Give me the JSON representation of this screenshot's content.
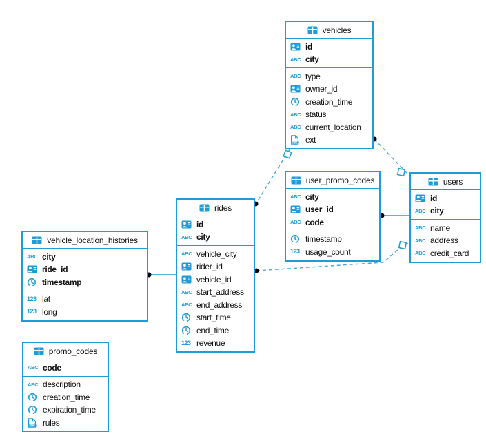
{
  "icons": {
    "string_glyph": "ABC",
    "number_glyph": "123",
    "json_glyph": "JSON"
  },
  "colors": {
    "accent": "#1E9CD7",
    "dashed_line": "#46A9DC",
    "connector_dot": "#000000",
    "table_background": "#FFFFFF",
    "text": "#111111"
  },
  "tables": {
    "vehicles": {
      "title": "vehicles",
      "pk": [
        {
          "name": "id",
          "type": "uuid"
        },
        {
          "name": "city",
          "type": "string"
        }
      ],
      "fields": [
        {
          "name": "type",
          "type": "string"
        },
        {
          "name": "owner_id",
          "type": "uuid"
        },
        {
          "name": "creation_time",
          "type": "time"
        },
        {
          "name": "status",
          "type": "string"
        },
        {
          "name": "current_location",
          "type": "string"
        },
        {
          "name": "ext",
          "type": "json"
        }
      ]
    },
    "user_promo_codes": {
      "title": "user_promo_codes",
      "pk": [
        {
          "name": "city",
          "type": "string"
        },
        {
          "name": "user_id",
          "type": "uuid"
        },
        {
          "name": "code",
          "type": "string"
        }
      ],
      "fields": [
        {
          "name": "timestamp",
          "type": "time"
        },
        {
          "name": "usage_count",
          "type": "number"
        }
      ]
    },
    "users": {
      "title": "users",
      "pk": [
        {
          "name": "id",
          "type": "uuid"
        },
        {
          "name": "city",
          "type": "string"
        }
      ],
      "fields": [
        {
          "name": "name",
          "type": "string"
        },
        {
          "name": "address",
          "type": "string"
        },
        {
          "name": "credit_card",
          "type": "string"
        }
      ]
    },
    "rides": {
      "title": "rides",
      "pk": [
        {
          "name": "id",
          "type": "uuid"
        },
        {
          "name": "city",
          "type": "string"
        }
      ],
      "fields": [
        {
          "name": "vehicle_city",
          "type": "string"
        },
        {
          "name": "rider_id",
          "type": "uuid"
        },
        {
          "name": "vehicle_id",
          "type": "uuid"
        },
        {
          "name": "start_address",
          "type": "string"
        },
        {
          "name": "end_address",
          "type": "string"
        },
        {
          "name": "start_time",
          "type": "time"
        },
        {
          "name": "end_time",
          "type": "time"
        },
        {
          "name": "revenue",
          "type": "number"
        }
      ]
    },
    "vehicle_location_histories": {
      "title": "vehicle_location_histories",
      "pk": [
        {
          "name": "city",
          "type": "string"
        },
        {
          "name": "ride_id",
          "type": "uuid"
        },
        {
          "name": "timestamp",
          "type": "time"
        }
      ],
      "fields": [
        {
          "name": "lat",
          "type": "number"
        },
        {
          "name": "long",
          "type": "number"
        }
      ]
    },
    "promo_codes": {
      "title": "promo_codes",
      "pk": [
        {
          "name": "code",
          "type": "string"
        }
      ],
      "fields": [
        {
          "name": "description",
          "type": "string"
        },
        {
          "name": "creation_time",
          "type": "time"
        },
        {
          "name": "expiration_time",
          "type": "time"
        },
        {
          "name": "rules",
          "type": "json"
        }
      ]
    }
  },
  "relationships": [
    {
      "from": "vehicle_location_histories",
      "to": "rides",
      "style": "solid"
    },
    {
      "from": "user_promo_codes",
      "to": "users",
      "style": "solid"
    },
    {
      "from": "rides",
      "to": "vehicles",
      "style": "dashed"
    },
    {
      "from": "vehicles",
      "to": "users",
      "style": "dashed"
    },
    {
      "from": "rides",
      "to": "users",
      "style": "dashed"
    }
  ]
}
